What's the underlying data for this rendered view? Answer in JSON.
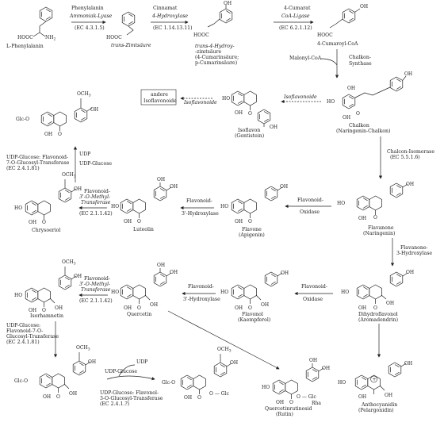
{
  "compounds": {
    "phe": [
      "L-Phenylalanin"
    ],
    "zimt": [
      "trans-Zimtsäure"
    ],
    "hydroxy": [
      "trans-4-Hydroy-",
      "-zimtsäure",
      "(4-Cumarinsäure;",
      "p-Cumarinsäure)"
    ],
    "coa": [
      "4-Cumaroyl-CoA"
    ],
    "chalkon": [
      "Chalkon",
      "(Naringenin-Chalkon)"
    ],
    "isoflavon": [
      "Isoflavon",
      "(Gentistein)"
    ],
    "andere": [
      "andere",
      "Isoflavonoide"
    ],
    "flavanone": [
      "Flavanone",
      "(Naringenin)"
    ],
    "flavone": [
      "Flavone",
      "(Apigenin)"
    ],
    "luteolin": [
      "Luteolin"
    ],
    "chrysoeriol": [
      "Chrysoeriol"
    ],
    "dihydro": [
      "Dihydroflavonol",
      "(Aromadendrin)"
    ],
    "flavonol": [
      "Flavonol",
      "(Kaempferol)"
    ],
    "quercetin": [
      "Quercetin"
    ],
    "isorham": [
      "Isorhamnetin"
    ],
    "rutin": [
      "Quercetinrutinosid",
      "(Rutin)"
    ],
    "antho": [
      "Anthocyanidin",
      "(Pelargonidin)"
    ]
  },
  "enzymes": {
    "pal_sub": "Phenylalanin",
    "pal": "Ammoniak-Lyase",
    "pal_ec": "(EC 4.3.1.5)",
    "c4h_sub": "Cinnamat",
    "c4h": "4-Hydroxylase",
    "c4h_ec": "(EC 1.14.13.11)",
    "cl_sub": "4-Cumarat",
    "cl": "CoA-Ligase",
    "cl_ec": "(EC 6.2.1.12)",
    "malonyl": "Malonyl-CoA",
    "chs": [
      "Chalkon-",
      "Synthase"
    ],
    "chi": [
      "Chalcon-Isomerase",
      "(EC 5.5.1.6)"
    ],
    "isoflavonoide1": "Isoflavonoide",
    "isoflavonoide2": "Isoflavonoide",
    "fns1": [
      "Flavonoid-",
      "Oxidase"
    ],
    "f3h_a": [
      "Flavonoid-",
      "3'-Hydroxylase"
    ],
    "omt_a": [
      "Flavonoid-",
      "3'-O-Methyl-",
      "Transferase",
      "(EC 2.1.1.42)"
    ],
    "f3h": [
      "Flavanone-",
      "3-Hydroxylase"
    ],
    "fls": [
      "Flavonoid-",
      "Oxidase"
    ],
    "f3h_b": [
      "Flavonoid-",
      "3'-Hydroxylase"
    ],
    "omt_b": [
      "Flavonoid-",
      "3'-O-Methyl-",
      "Transferase",
      "(EC 2.1.1.42)"
    ],
    "ugt_top": [
      "UDP-Glucose: Flavonoid-",
      "7-O-Glucosyl-Transferase",
      "(EC 2.4.1.81)"
    ],
    "udp_a": "UDP",
    "udpg_a": "UDP-Glucose",
    "ugt_bot": [
      "UDP-Glucose:",
      "Flavonoid-7-O-",
      "Glucosyl-Transferase",
      "(EC 2.4.1.81)"
    ],
    "udp_b": "UDP",
    "udpg_b": "UDP-Glucose",
    "ugt3": [
      "UDP-Glucose: Flavonol-",
      "3-O-Glucosyl-Transferase",
      "(EC 2.4.1.?)"
    ]
  },
  "atoms": {
    "och3": "OCH",
    "three": "3",
    "oh": "OH",
    "ho": "HO",
    "o": "O",
    "glc": "Glc",
    "glco": "Glc",
    "rha": "Rha",
    "hooc": "HOOC",
    "nh2": "NH",
    "two": "2",
    "plus": "+"
  }
}
